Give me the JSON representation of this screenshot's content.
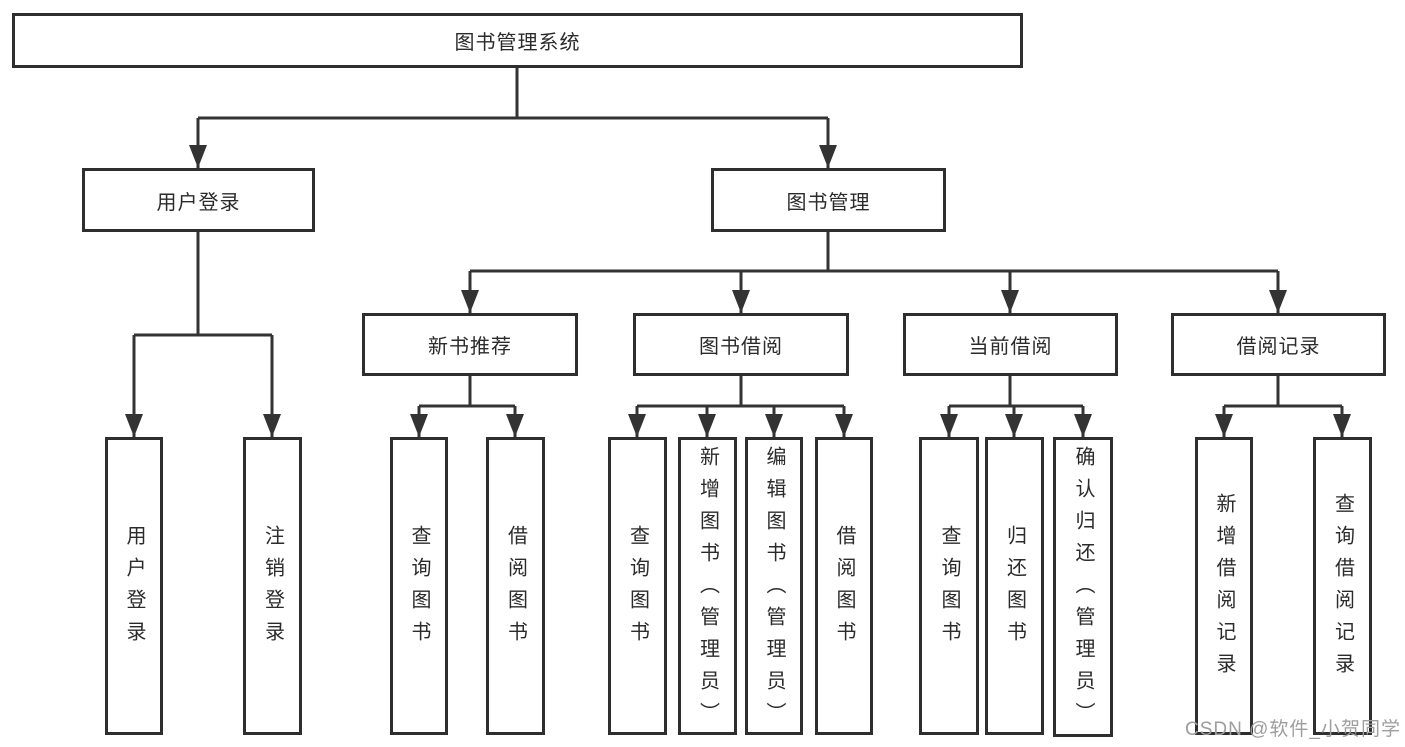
{
  "tree": {
    "root": {
      "label": "图书管理系统",
      "children": [
        {
          "label": "用户登录",
          "children": [
            {
              "label": "用户登录"
            },
            {
              "label": "注销登录"
            }
          ]
        },
        {
          "label": "图书管理",
          "children": [
            {
              "label": "新书推荐",
              "children": [
                {
                  "label": "查询图书"
                },
                {
                  "label": "借阅图书"
                }
              ]
            },
            {
              "label": "图书借阅",
              "children": [
                {
                  "label": "查询图书"
                },
                {
                  "label": "新增图书（管理员）"
                },
                {
                  "label": "编辑图书（管理员）"
                },
                {
                  "label": "借阅图书"
                }
              ]
            },
            {
              "label": "当前借阅",
              "children": [
                {
                  "label": "查询图书"
                },
                {
                  "label": "归还图书"
                },
                {
                  "label": "确认归还（管理员）"
                }
              ]
            },
            {
              "label": "借阅记录",
              "children": [
                {
                  "label": "新增借阅记录"
                },
                {
                  "label": "查询借阅记录"
                }
              ]
            }
          ]
        }
      ]
    }
  },
  "watermark": {
    "text": "CSDN @软件_小贺同学"
  },
  "colors": {
    "line": "#333333",
    "box_border": "#2e2e2e",
    "text": "#2b2b2b",
    "background": "#ffffff",
    "watermark": "#9e9e9e"
  }
}
